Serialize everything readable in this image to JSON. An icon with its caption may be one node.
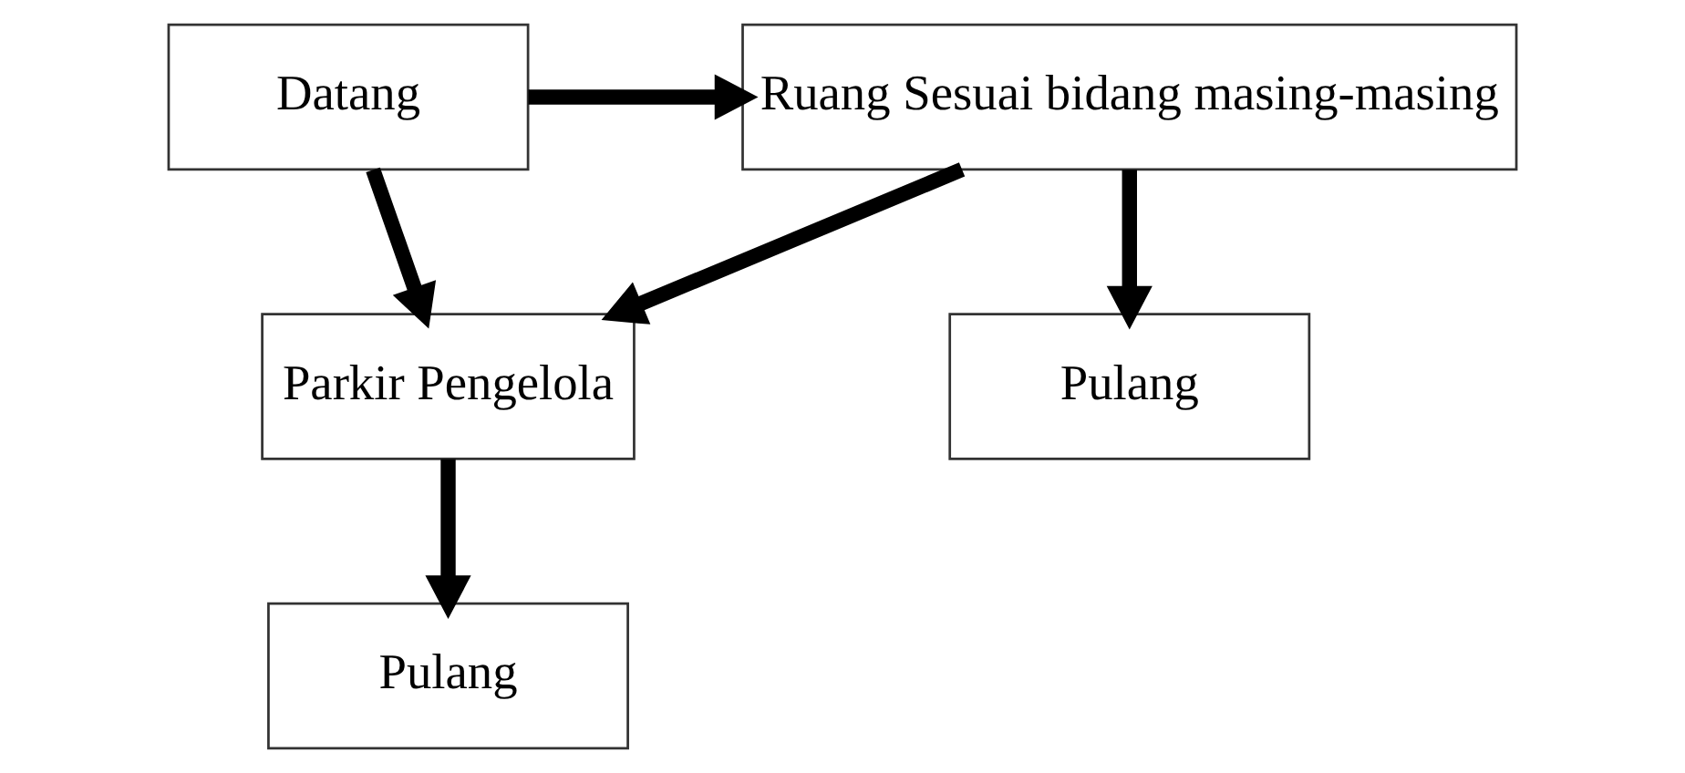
{
  "diagram": {
    "nodes": [
      {
        "text": [
          "Datang"
        ]
      },
      {
        "text": [
          "Ruang Sesuai bidang masing-masing"
        ]
      },
      {
        "text": [
          "Parkir Pengelola"
        ]
      },
      {
        "text": [
          "Pulang"
        ]
      },
      {
        "text": [
          "Pulang"
        ]
      }
    ],
    "edges": [
      {
        "from": 0,
        "to": 1,
        "arrow": "to"
      },
      {
        "from": 0,
        "to": 2,
        "arrow": "to"
      },
      {
        "from": 1,
        "to": 3,
        "arrow": "to"
      },
      {
        "from": 1,
        "to": 2,
        "arrow": "to"
      },
      {
        "from": 2,
        "to": 4,
        "arrow": "to"
      }
    ]
  }
}
